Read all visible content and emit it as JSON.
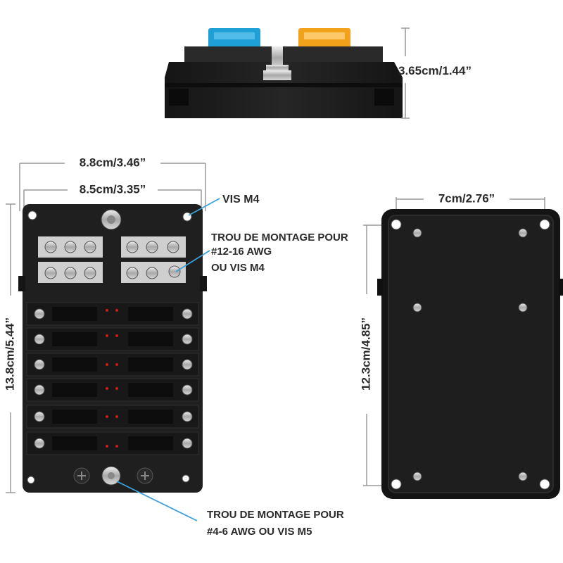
{
  "dimensions": {
    "height_side": "3.65cm/1.44”",
    "outer_width": "8.8cm/3.46”",
    "inner_width": "8.5cm/3.35”",
    "front_height": "13.8cm/5.44”",
    "back_hole_spacing": "7cm/2.76”",
    "back_height": "12.3cm/4.85”"
  },
  "callouts": {
    "vis_m4": "VIS M4",
    "mount_small": [
      "TROU DE MONTAGE POUR",
      "#12-16 AWG",
      "OU VIS M4"
    ],
    "mount_large": [
      "TROU DE MONTAGE POUR",
      "#4-6 AWG OU VIS M5"
    ]
  },
  "colors": {
    "body": "#1f1f1f",
    "body_dark": "#0e0e0e",
    "metal": "#c9c9c9",
    "fuse_blue": "#1e9fd6",
    "fuse_orange": "#f2a11a",
    "led_red": "#cc1a1a",
    "callout_line": "#3aa0d8",
    "dim_line": "#9a9a9a"
  }
}
